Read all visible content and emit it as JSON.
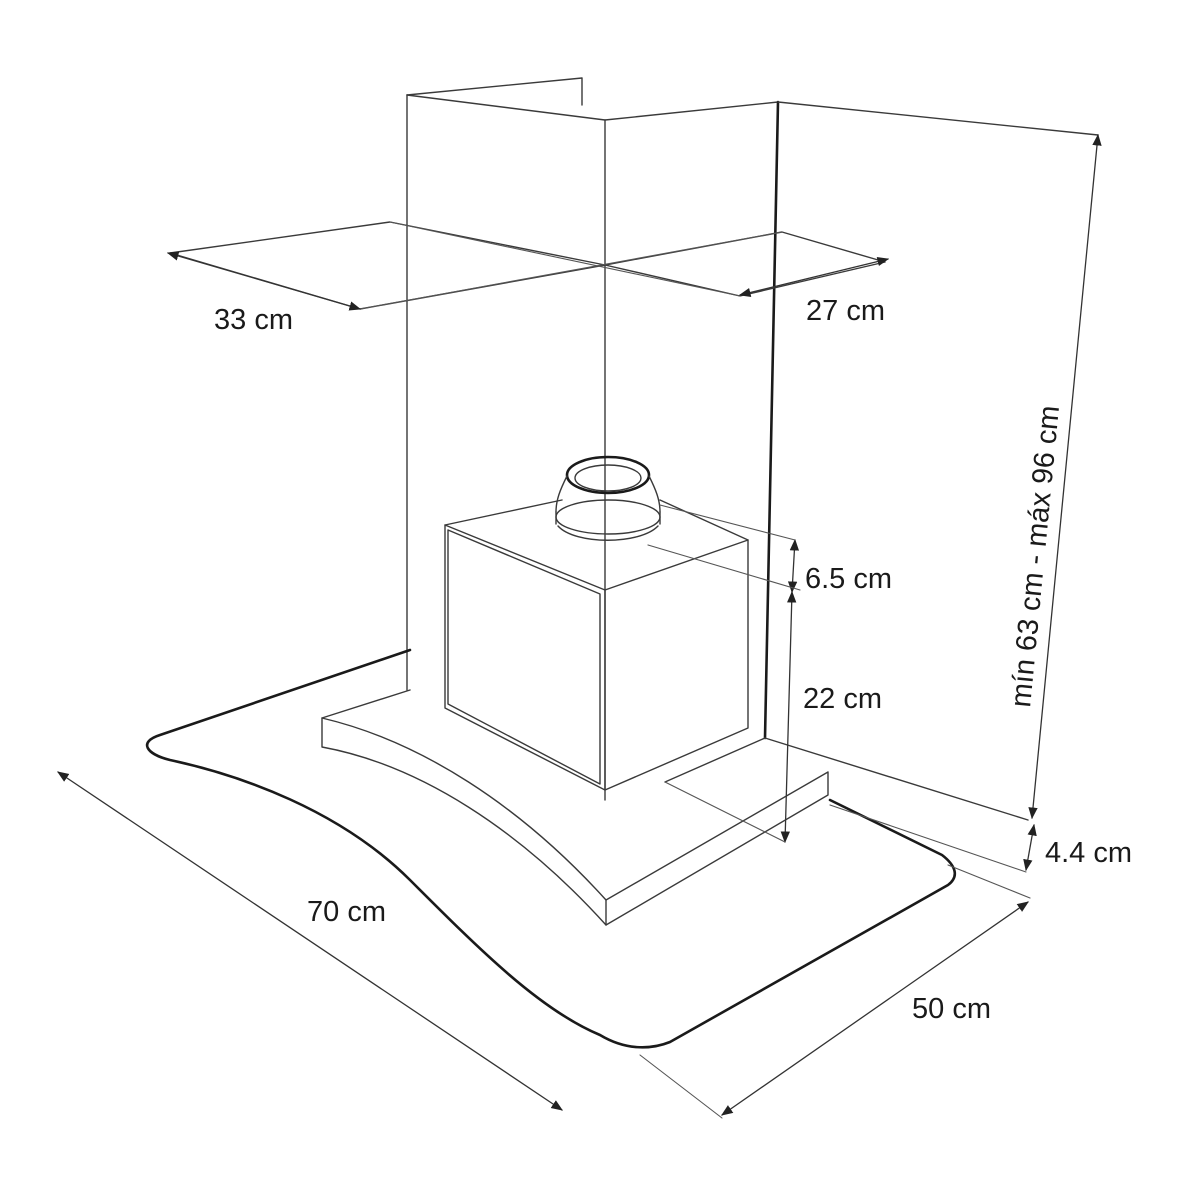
{
  "dimensions": {
    "depth_top": "33 cm",
    "width_top": "27 cm",
    "outlet_height": "6.5 cm",
    "motor_height": "22 cm",
    "chimney_range": "mín 63 cm - máx 96 cm",
    "glass_thickness": "4.4 cm",
    "hood_width": "70 cm",
    "hood_depth": "50 cm"
  }
}
